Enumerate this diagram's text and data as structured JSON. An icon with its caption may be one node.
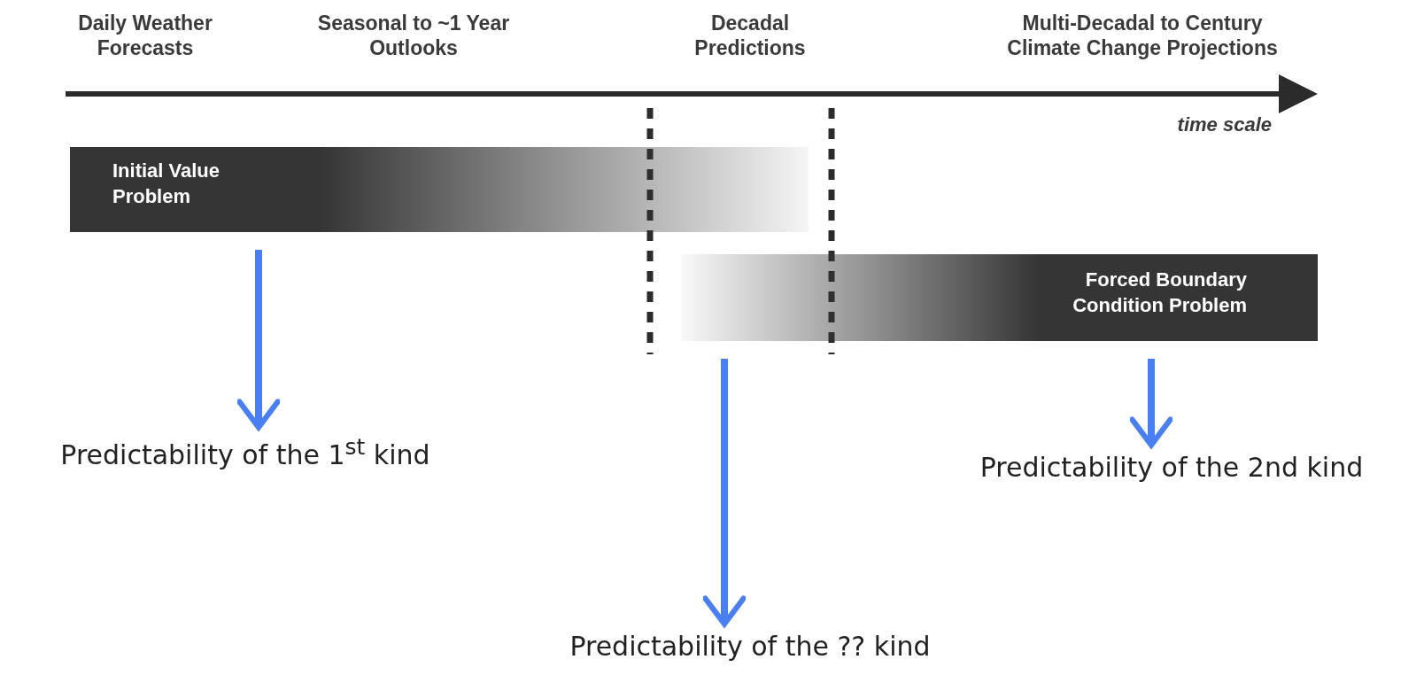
{
  "diagram": {
    "nodes": [
      {
        "text": [
          "Initial Value Problem"
        ]
      },
      {
        "text": [
          "Forced Boundary Condition Problem"
        ]
      },
      {
        "text": [
          "Predictability of the 1$^{st}$ kind"
        ]
      },
      {
        "text": [
          "Predictability of the ?? kind"
        ]
      },
      {
        "text": [
          "Predictability of the 2nd kind"
        ]
      }
    ],
    "edges": [
      {
        "from": 0,
        "to": 2,
        "arrow": "to"
      },
      {
        "from": 1,
        "to": 3,
        "arrow": "to"
      },
      {
        "from": 1,
        "to": 4,
        "arrow": "to"
      }
    ],
    "labels": [
      "Daily Weather Forecasts",
      "Seasonal to ~1 Year Outlooks",
      "Decadal Predictions",
      "Multi-Decadal to Century Climate Change Projections",
      "time scale"
    ]
  }
}
